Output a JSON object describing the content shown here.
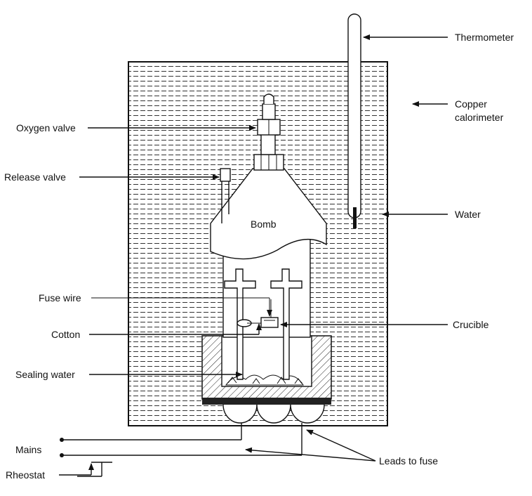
{
  "labels": {
    "thermometer": "Thermometer",
    "copper_calorimeter_line1": "Copper",
    "copper_calorimeter_line2": "calorimeter",
    "oxygen_valve": "Oxygen valve",
    "release_valve": "Release valve",
    "water": "Water",
    "bomb": "Bomb",
    "fuse_wire": "Fuse wire",
    "crucible": "Crucible",
    "cotton": "Cotton",
    "sealing_water": "Sealing water",
    "mains": "Mains",
    "leads_to_fuse": "Leads to fuse",
    "rheostat": "Rheostat"
  }
}
